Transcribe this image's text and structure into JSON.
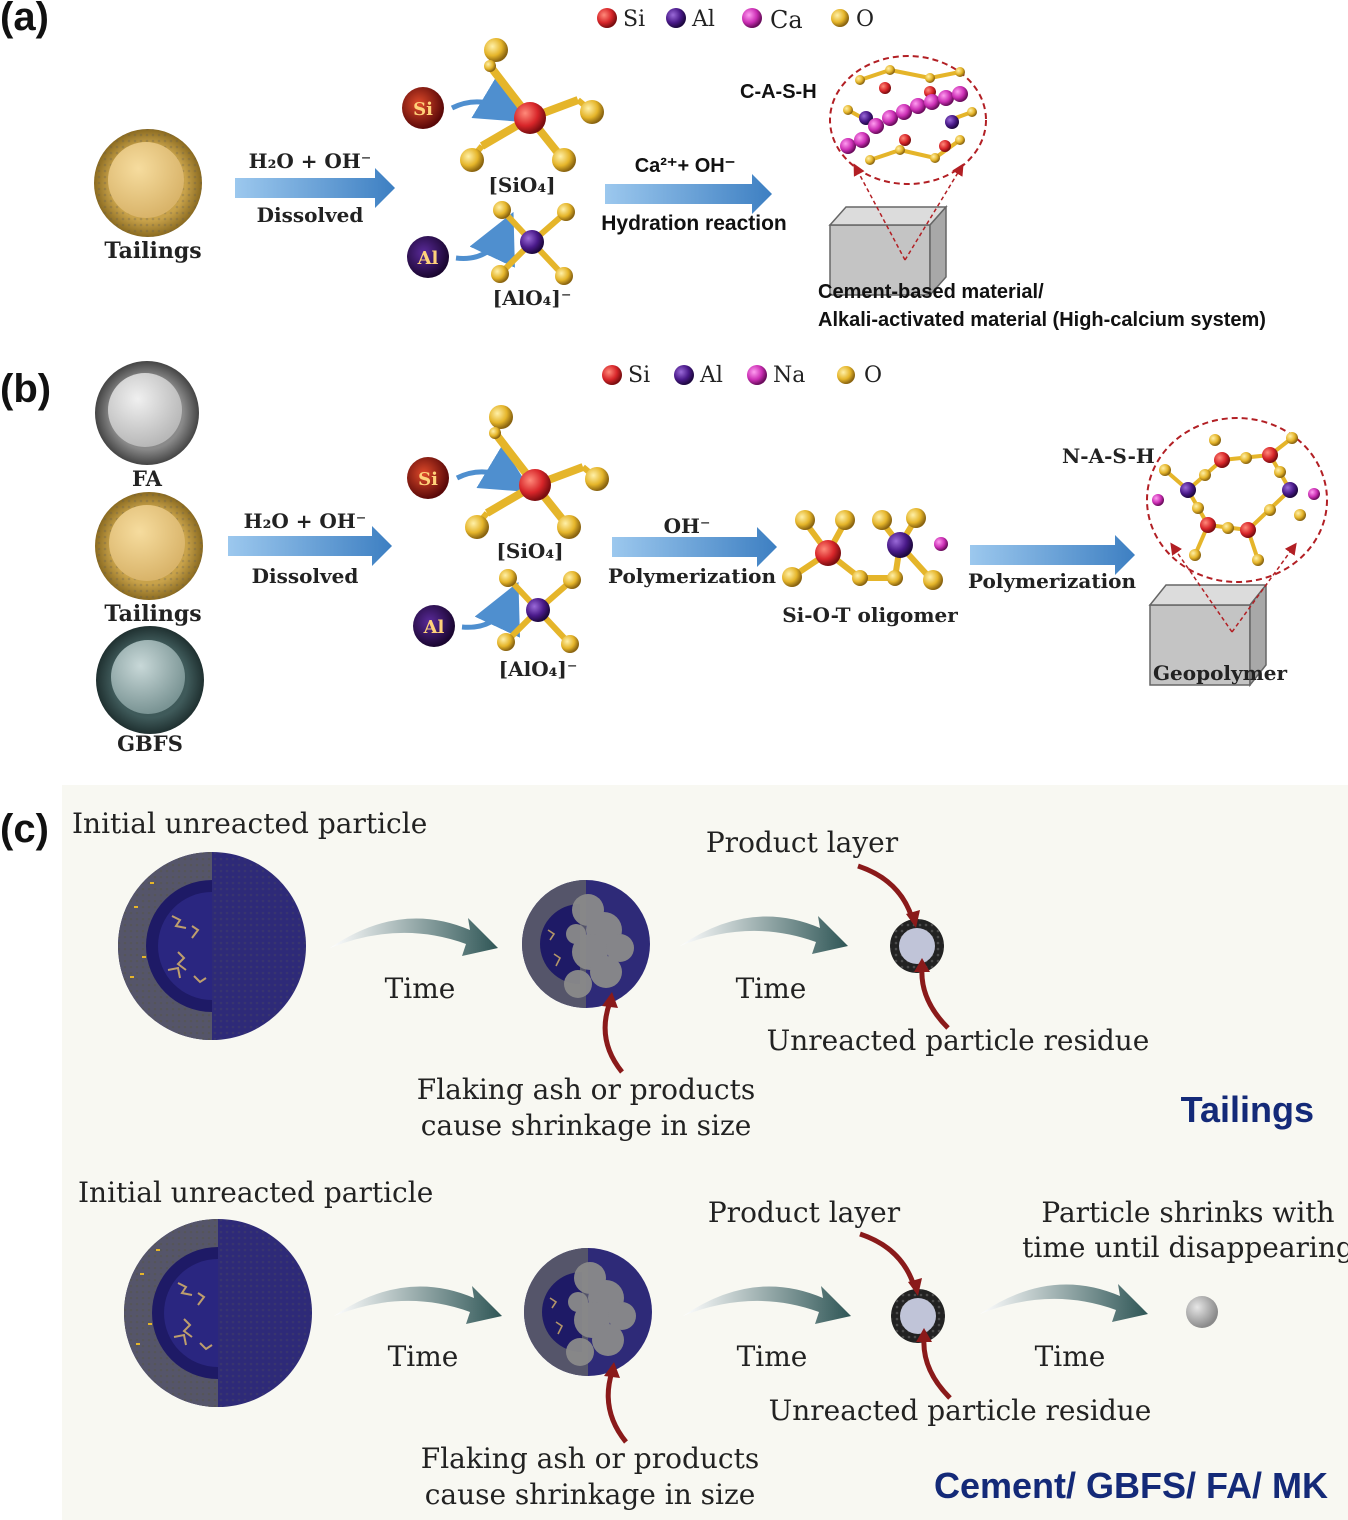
{
  "colors": {
    "si": "#d8262a",
    "al": "#4a1a8a",
    "ca": "#cc2fb5",
    "na": "#cc2fb5",
    "o": "#e5b52a",
    "arrow": "#4f8fcf",
    "dashed": "#b21f24",
    "particle_core": "#38347f",
    "title_blue": "#142a78",
    "curve_arrow": "#3d6464",
    "red_arrow": "#8a1a1a"
  },
  "panel_a": {
    "label": "(a)",
    "legend": [
      "Si",
      "Al",
      "Ca",
      "O"
    ],
    "tailings_label": "Tailings",
    "arrow1_top": "H₂O + OH⁻",
    "arrow1_bottom": "Dissolved",
    "si_badge": "Si",
    "al_badge": "Al",
    "sio4_label": "[SiO₄]",
    "alo4_label": "[AlO₄]⁻",
    "arrow2_top": "Ca²⁺+ OH⁻",
    "arrow2_bottom": "Hydration reaction",
    "product_name": "C-A-S-H",
    "material_line1": "Cement-based material/",
    "material_line2": "Alkali-activated material (High-calcium system)"
  },
  "panel_b": {
    "label": "(b)",
    "legend": [
      "Si",
      "Al",
      "Na",
      "O"
    ],
    "fa_label": "FA",
    "tailings_label": "Tailings",
    "gbfs_label": "GBFS",
    "arrow1_top": "H₂O + OH⁻",
    "arrow1_bottom": "Dissolved",
    "si_badge": "Si",
    "al_badge": "Al",
    "sio4_label": "[SiO₄]",
    "alo4_label": "[AlO₄]⁻",
    "arrow2_top": "OH⁻",
    "arrow2_bottom": "Polymerization",
    "oligomer_label": "Si-O-T oligomer",
    "arrow3_bottom": "Polymerization",
    "product_name": "N-A-S-H",
    "geopolymer_label": "Geopolymer"
  },
  "panel_c": {
    "label": "(c)",
    "row1": {
      "initial": "Initial unreacted particle",
      "time1": "Time",
      "time2": "Time",
      "product_layer": "Product layer",
      "residue": "Unreacted particle residue",
      "flaking_line1": "Flaking ash or  products",
      "flaking_line2": "cause shrinkage in size",
      "title": "Tailings"
    },
    "row2": {
      "initial": "Initial unreacted particle",
      "time1": "Time",
      "time2": "Time",
      "time3": "Time",
      "product_layer": "Product layer",
      "residue": "Unreacted particle residue",
      "shrink_line1": "Particle shrinks with",
      "shrink_line2": "time until disappearing",
      "flaking_line1": "Flaking ash or  products",
      "flaking_line2": "cause shrinkage in size",
      "title": "Cement/ GBFS/ FA/ MK"
    }
  }
}
